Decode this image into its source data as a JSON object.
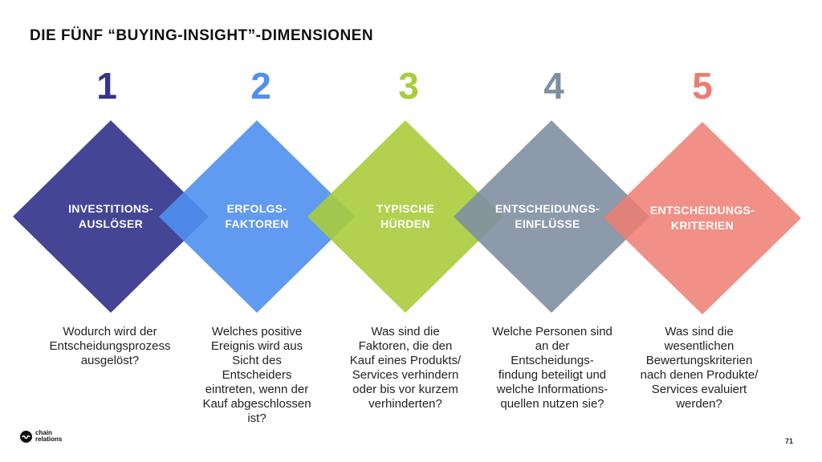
{
  "title": "DIE FÜNF “BUYING-INSIGHT”-DIMENSIONEN",
  "dimensions": [
    {
      "number": "1",
      "label_line1": "INVESTITIONS-",
      "label_line2": "AUSLÖSER",
      "color": "#3b3b8f",
      "description": [
        "Wodurch wird der",
        "Entscheidungsprozess",
        "ausgelöst?"
      ]
    },
    {
      "number": "2",
      "label_line1": "ERFOLGS-",
      "label_line2": "FAKTOREN",
      "color": "#4f8ff0",
      "description": [
        "Welches positive",
        "Ereignis wird aus",
        "Sicht des",
        "Entscheiders",
        "eintreten, wenn der",
        "Kauf abgeschlossen",
        "ist?"
      ]
    },
    {
      "number": "3",
      "label_line1": "TYPISCHE",
      "label_line2": "HÜRDEN",
      "color": "#a8cc3c",
      "description": [
        "Was sind die",
        "Faktoren, die den",
        "Kauf eines Produkts/",
        "Services verhindern",
        "oder bis vor kurzem",
        "verhinderten?"
      ]
    },
    {
      "number": "4",
      "label_line1": "ENTSCHEIDUNGS-",
      "label_line2": "EINFLÜSSE",
      "color": "#7f8fa0",
      "description": [
        "Welche Personen sind",
        "an der",
        "Entscheidungs-",
        "findung beteiligt und",
        "welche Informations-",
        "quellen nutzen sie?"
      ]
    },
    {
      "number": "5",
      "label_line1": "ENTSCHEIDUNGS-",
      "label_line2": "KRITERIEN",
      "color": "#ef7c72",
      "description": [
        "Was sind die",
        "wesentlichen",
        "Bewertungskriterien",
        "nach denen Produkte/",
        "Services evaluiert",
        "werden?"
      ]
    }
  ],
  "logo": {
    "line1": "chain",
    "line2": "relations",
    "icon": "chain-relations-logo-icon"
  },
  "page_number": "71"
}
